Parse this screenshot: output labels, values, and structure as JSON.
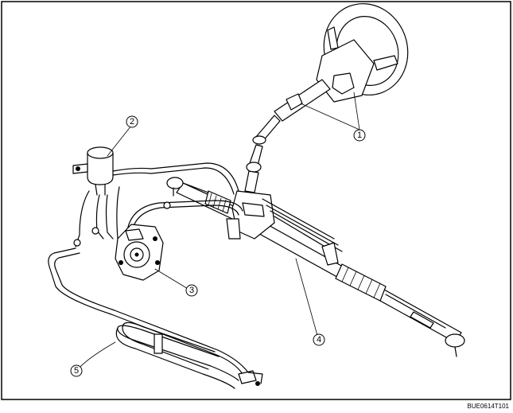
{
  "callouts": [
    {
      "id": "1",
      "label": "1"
    },
    {
      "id": "2",
      "label": "2"
    },
    {
      "id": "3",
      "label": "3"
    },
    {
      "id": "4",
      "label": "4"
    },
    {
      "id": "5",
      "label": "5"
    }
  ],
  "figure_code": "BUE0614T101"
}
